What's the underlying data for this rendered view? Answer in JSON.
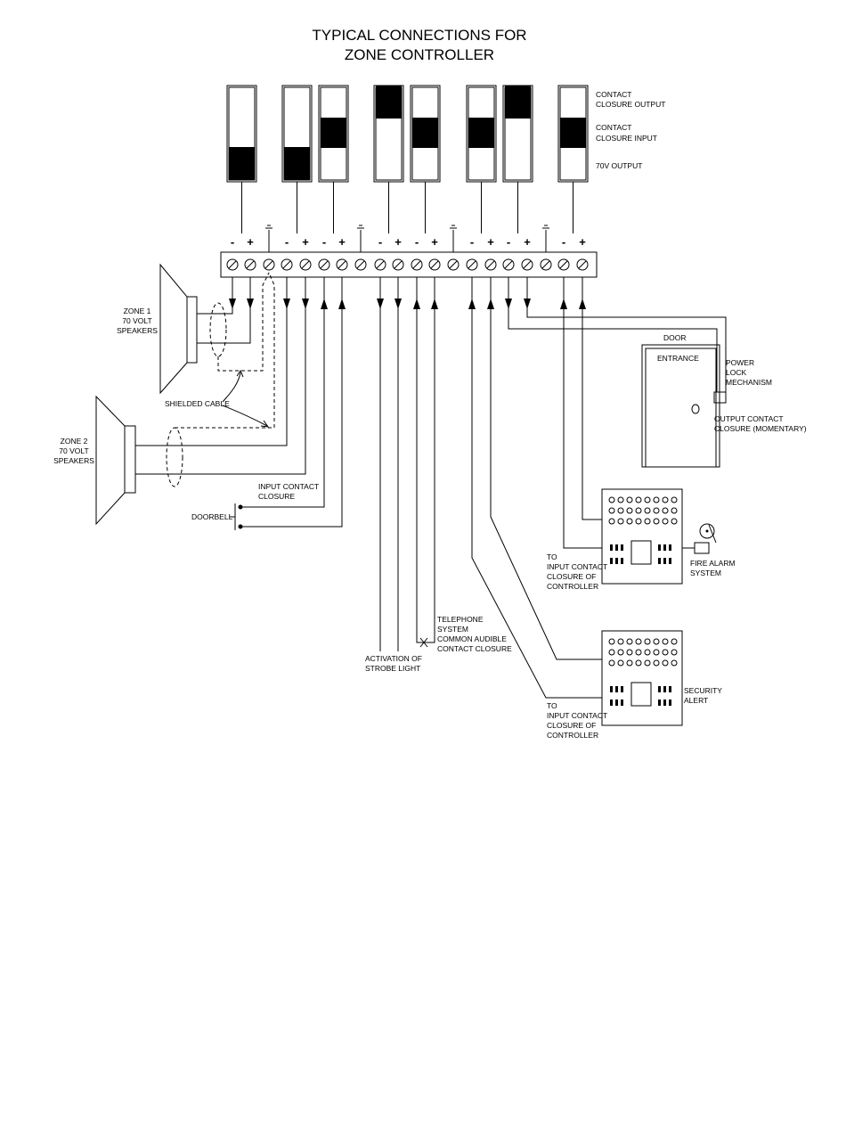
{
  "title": {
    "line1": "TYPICAL CONNECTIONS FOR",
    "line2": "ZONE CONTROLLER"
  },
  "legend": {
    "contact_closure_output_1": "CONTACT",
    "contact_closure_output_2": "CLOSURE OUTPUT",
    "contact_closure_input_1": "CONTACT",
    "contact_closure_input_2": "CLOSURE INPUT",
    "output_70v": "70V OUTPUT"
  },
  "terminal_signs": [
    "-",
    "+",
    "",
    "-",
    "+",
    "-",
    "+",
    "",
    "-",
    "+",
    "-",
    "+",
    "",
    "-",
    "+",
    "-",
    "+",
    "",
    "-",
    "+"
  ],
  "labels": {
    "zone1": [
      "ZONE 1",
      "70 VOLT",
      "SPEAKERS"
    ],
    "zone2": [
      "ZONE 2",
      "70 VOLT",
      "SPEAKERS"
    ],
    "shielded_cable": "SHIELDED CABLE",
    "input_contact_closure": [
      "INPUT CONTACT",
      "CLOSURE"
    ],
    "doorbell": "DOORBELL",
    "door": "DOOR",
    "entrance": "ENTRANCE",
    "power_lock": [
      "POWER",
      "LOCK",
      "MECHANISM"
    ],
    "output_contact_closure": [
      "OUTPUT CONTACT",
      "CLOSURE (MOMENTARY)"
    ],
    "to_input_contact_1": [
      "TO",
      "INPUT CONTACT",
      "CLOSURE OF",
      "CONTROLLER"
    ],
    "fire_alarm": [
      "FIRE ALARM",
      "SYSTEM"
    ],
    "telephone": [
      "TELEPHONE",
      "SYSTEM",
      "COMMON AUDIBLE",
      "CONTACT CLOSURE"
    ],
    "strobe": [
      "ACTIVATION OF",
      "STROBE LIGHT"
    ],
    "to_input_contact_2": [
      "TO",
      "INPUT CONTACT",
      "CLOSURE OF",
      "CONTROLLER"
    ],
    "security_alert": [
      "SECURITY",
      "ALERT"
    ]
  }
}
